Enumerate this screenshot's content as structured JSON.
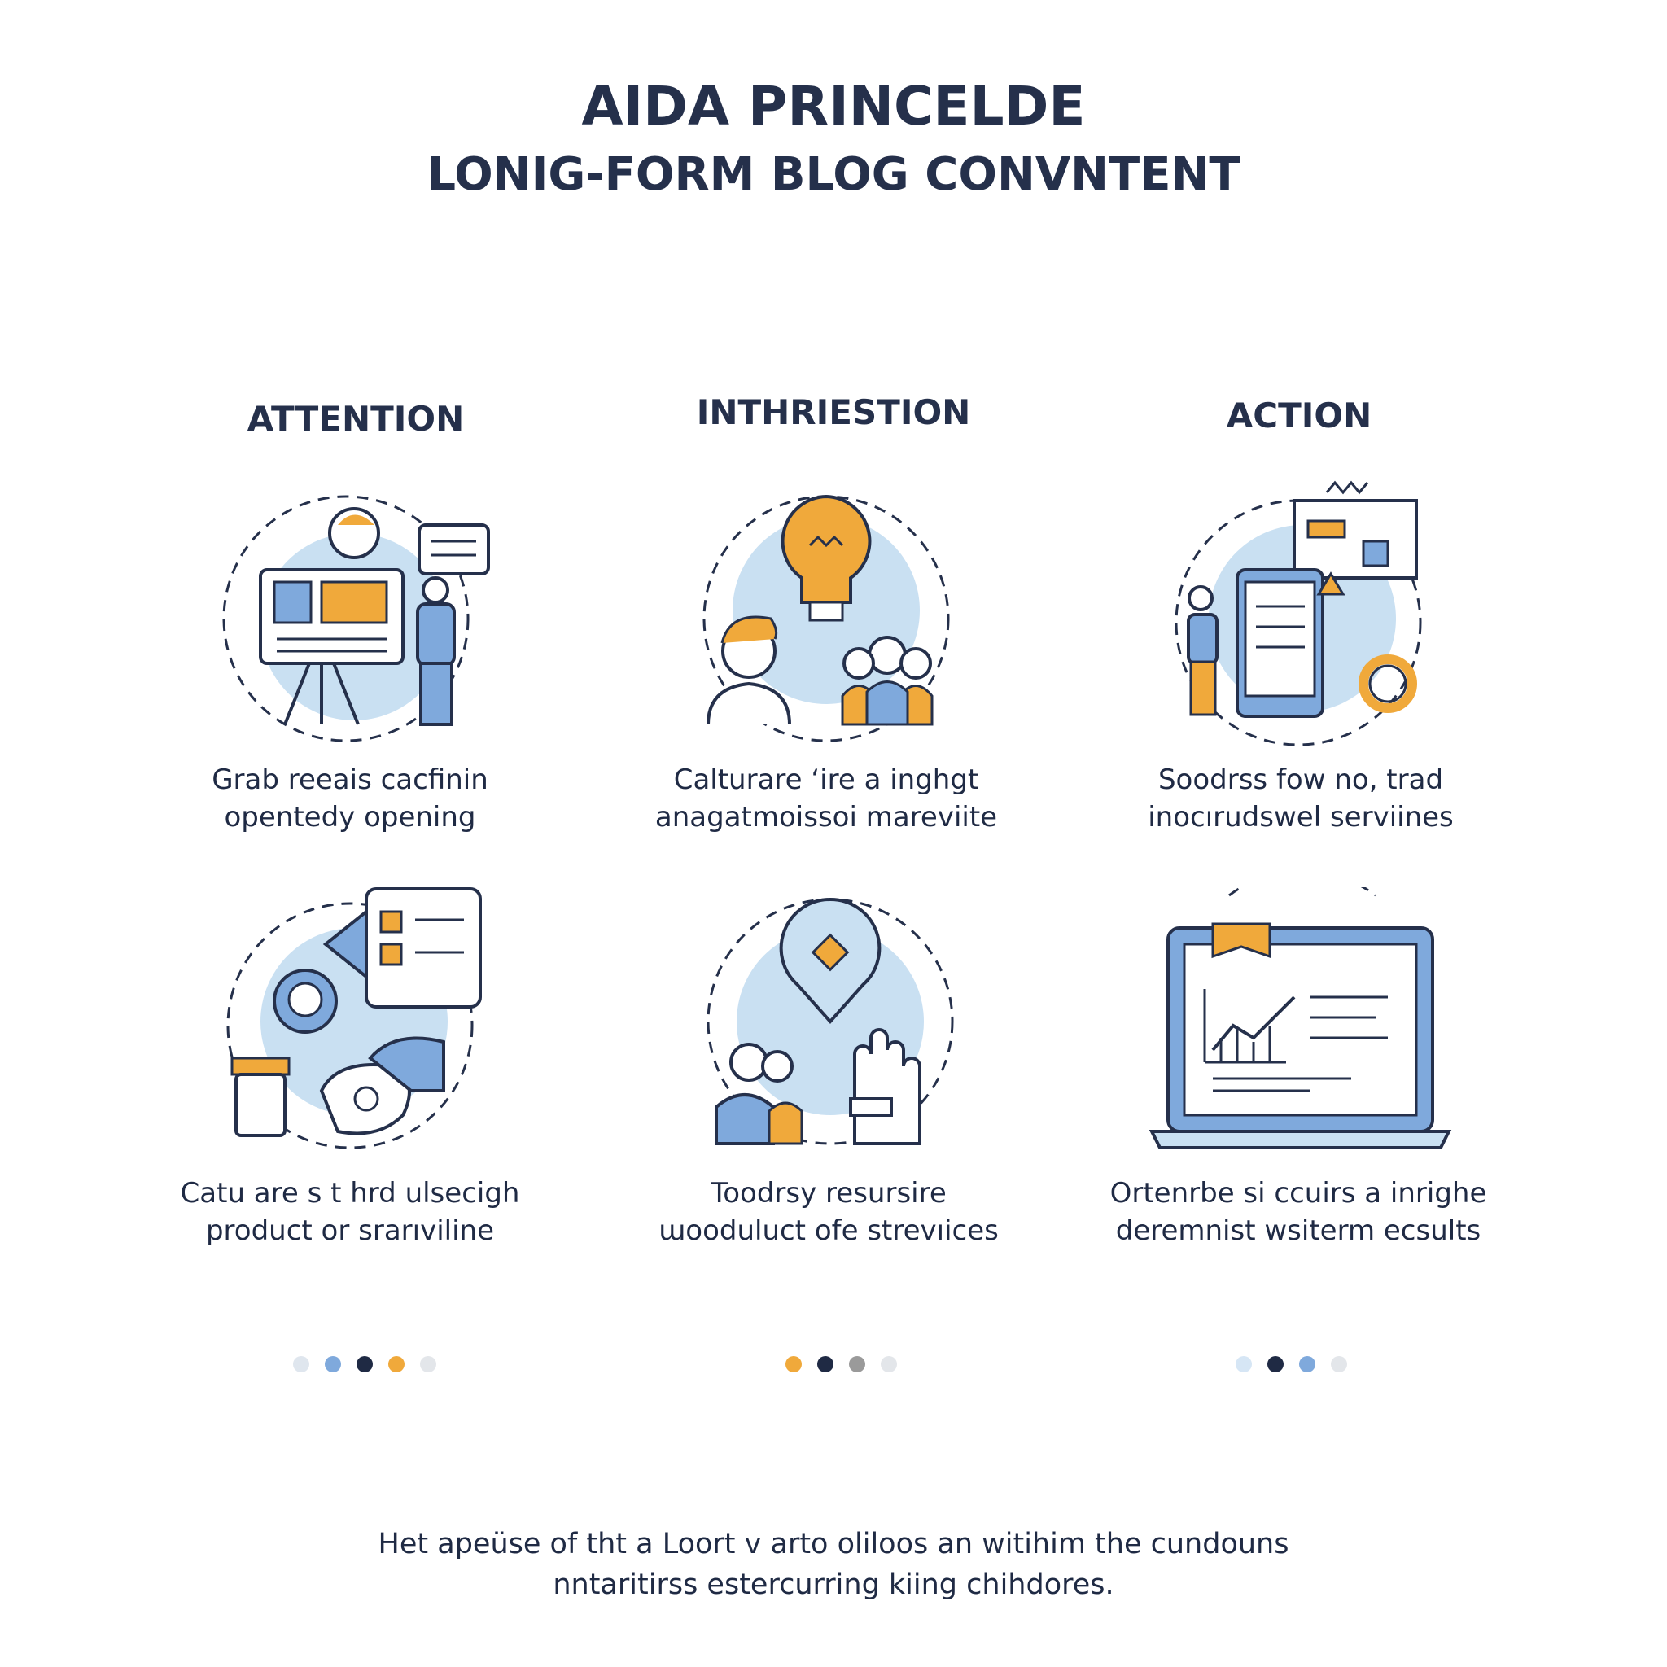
{
  "header": {
    "title_line1": "AIDA PRINCELDE",
    "title_line2": "LONIG-FORM BLOG CONVNTENT"
  },
  "columns": [
    {
      "heading": "ATTENTION"
    },
    {
      "heading": "INTHRIESTION"
    },
    {
      "heading": "ACTION"
    }
  ],
  "cards": [
    {
      "icon": "presentation-icon",
      "caption_line1": "Grab reeais cacfinin",
      "caption_line2": "opentedy opening"
    },
    {
      "icon": "lightbulb-people-icon",
      "caption_line1": "Calturare ‘ire a inghgt",
      "caption_line2": "anagatmoissoi mareviite"
    },
    {
      "icon": "tablet-dashboard-icon",
      "caption_line1": "Soodrss fow no, trad",
      "caption_line2": "inocırudswel serviines"
    },
    {
      "icon": "megaphone-checklist-icon",
      "caption_line1": "Catu are s t hrd ulsecigh",
      "caption_line2": "product or srarıviline"
    },
    {
      "icon": "idea-hand-icon",
      "caption_line1": "Toodrsy resursire",
      "caption_line2": "ɯooduluct ofe strevıices"
    },
    {
      "icon": "laptop-chart-icon",
      "caption_line1": "Ortenrbe si ccuirs a inrighe",
      "caption_line2": "deremnist wsiterm ecsults"
    }
  ],
  "dot_groups": [
    [
      "#dfe6ee",
      "#7fa9dc",
      "#1f2a44",
      "#f0a93b",
      "#e3e6ea"
    ],
    [
      "#f0a93b",
      "#1f2a44",
      "#9a9a9a",
      "#e3e6ea"
    ],
    [
      "#d6e6f5",
      "#1f2a44",
      "#7fa9dc",
      "#e3e6ea"
    ]
  ],
  "footer": {
    "line1": "Het apeüse of tht a Loort v arto oliloos an witihim the cundouns",
    "line2": "nntaritirss estercurring kiing chihdores."
  },
  "colors": {
    "navy": "#25304b",
    "blue": "#7fa9dc",
    "light_blue": "#c9e0f2",
    "orange": "#f0a93b"
  }
}
